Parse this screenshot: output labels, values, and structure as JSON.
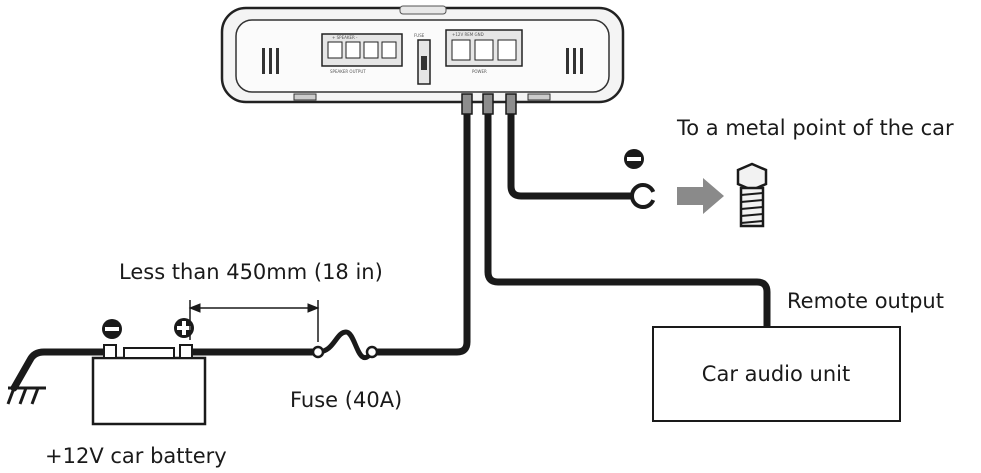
{
  "labels": {
    "ground_target": "To a metal point of the car",
    "distance": "Less than 450mm (18 in)",
    "remote": "Remote output",
    "head_unit": "Car audio unit",
    "fuse": "Fuse (40A)",
    "battery": "+12V car battery"
  },
  "amp_panel": {
    "speaker_group": "+ SPEAKER -",
    "speaker_caption": "SPEAKER OUTPUT",
    "power_group": "+12V  REM  GND",
    "power_caption": "POWER",
    "fuse_tag": "FUSE"
  },
  "colors": {
    "ink": "#1a1a1a",
    "arrow": "#8a8a8a",
    "bolt": "#f2f2f2"
  }
}
